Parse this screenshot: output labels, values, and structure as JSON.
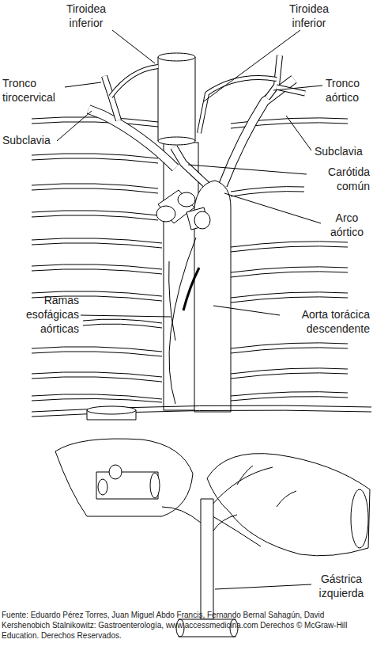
{
  "diagram": {
    "caption": "Fuente: Eduardo Pérez Torres, Juan Miguel Abdo Francis, Fernando Bernal Sahagún, David Kershenobich Stalnikowitz: Gastroenterología, www.accessmedicina.com Derechos © McGraw-Hill Education. Derechos Reservados.",
    "labels": [
      "Tiroidea inferior",
      "Tiroidea inferior",
      "Tronco tirocervical",
      "Tronco aórtico",
      "Subclavia",
      "Subclavia",
      "Carótida común",
      "Arco aórtico",
      "Ramas esofágicas aórticas",
      "Aorta torácica descendente",
      "Gástrica izquierda"
    ]
  }
}
